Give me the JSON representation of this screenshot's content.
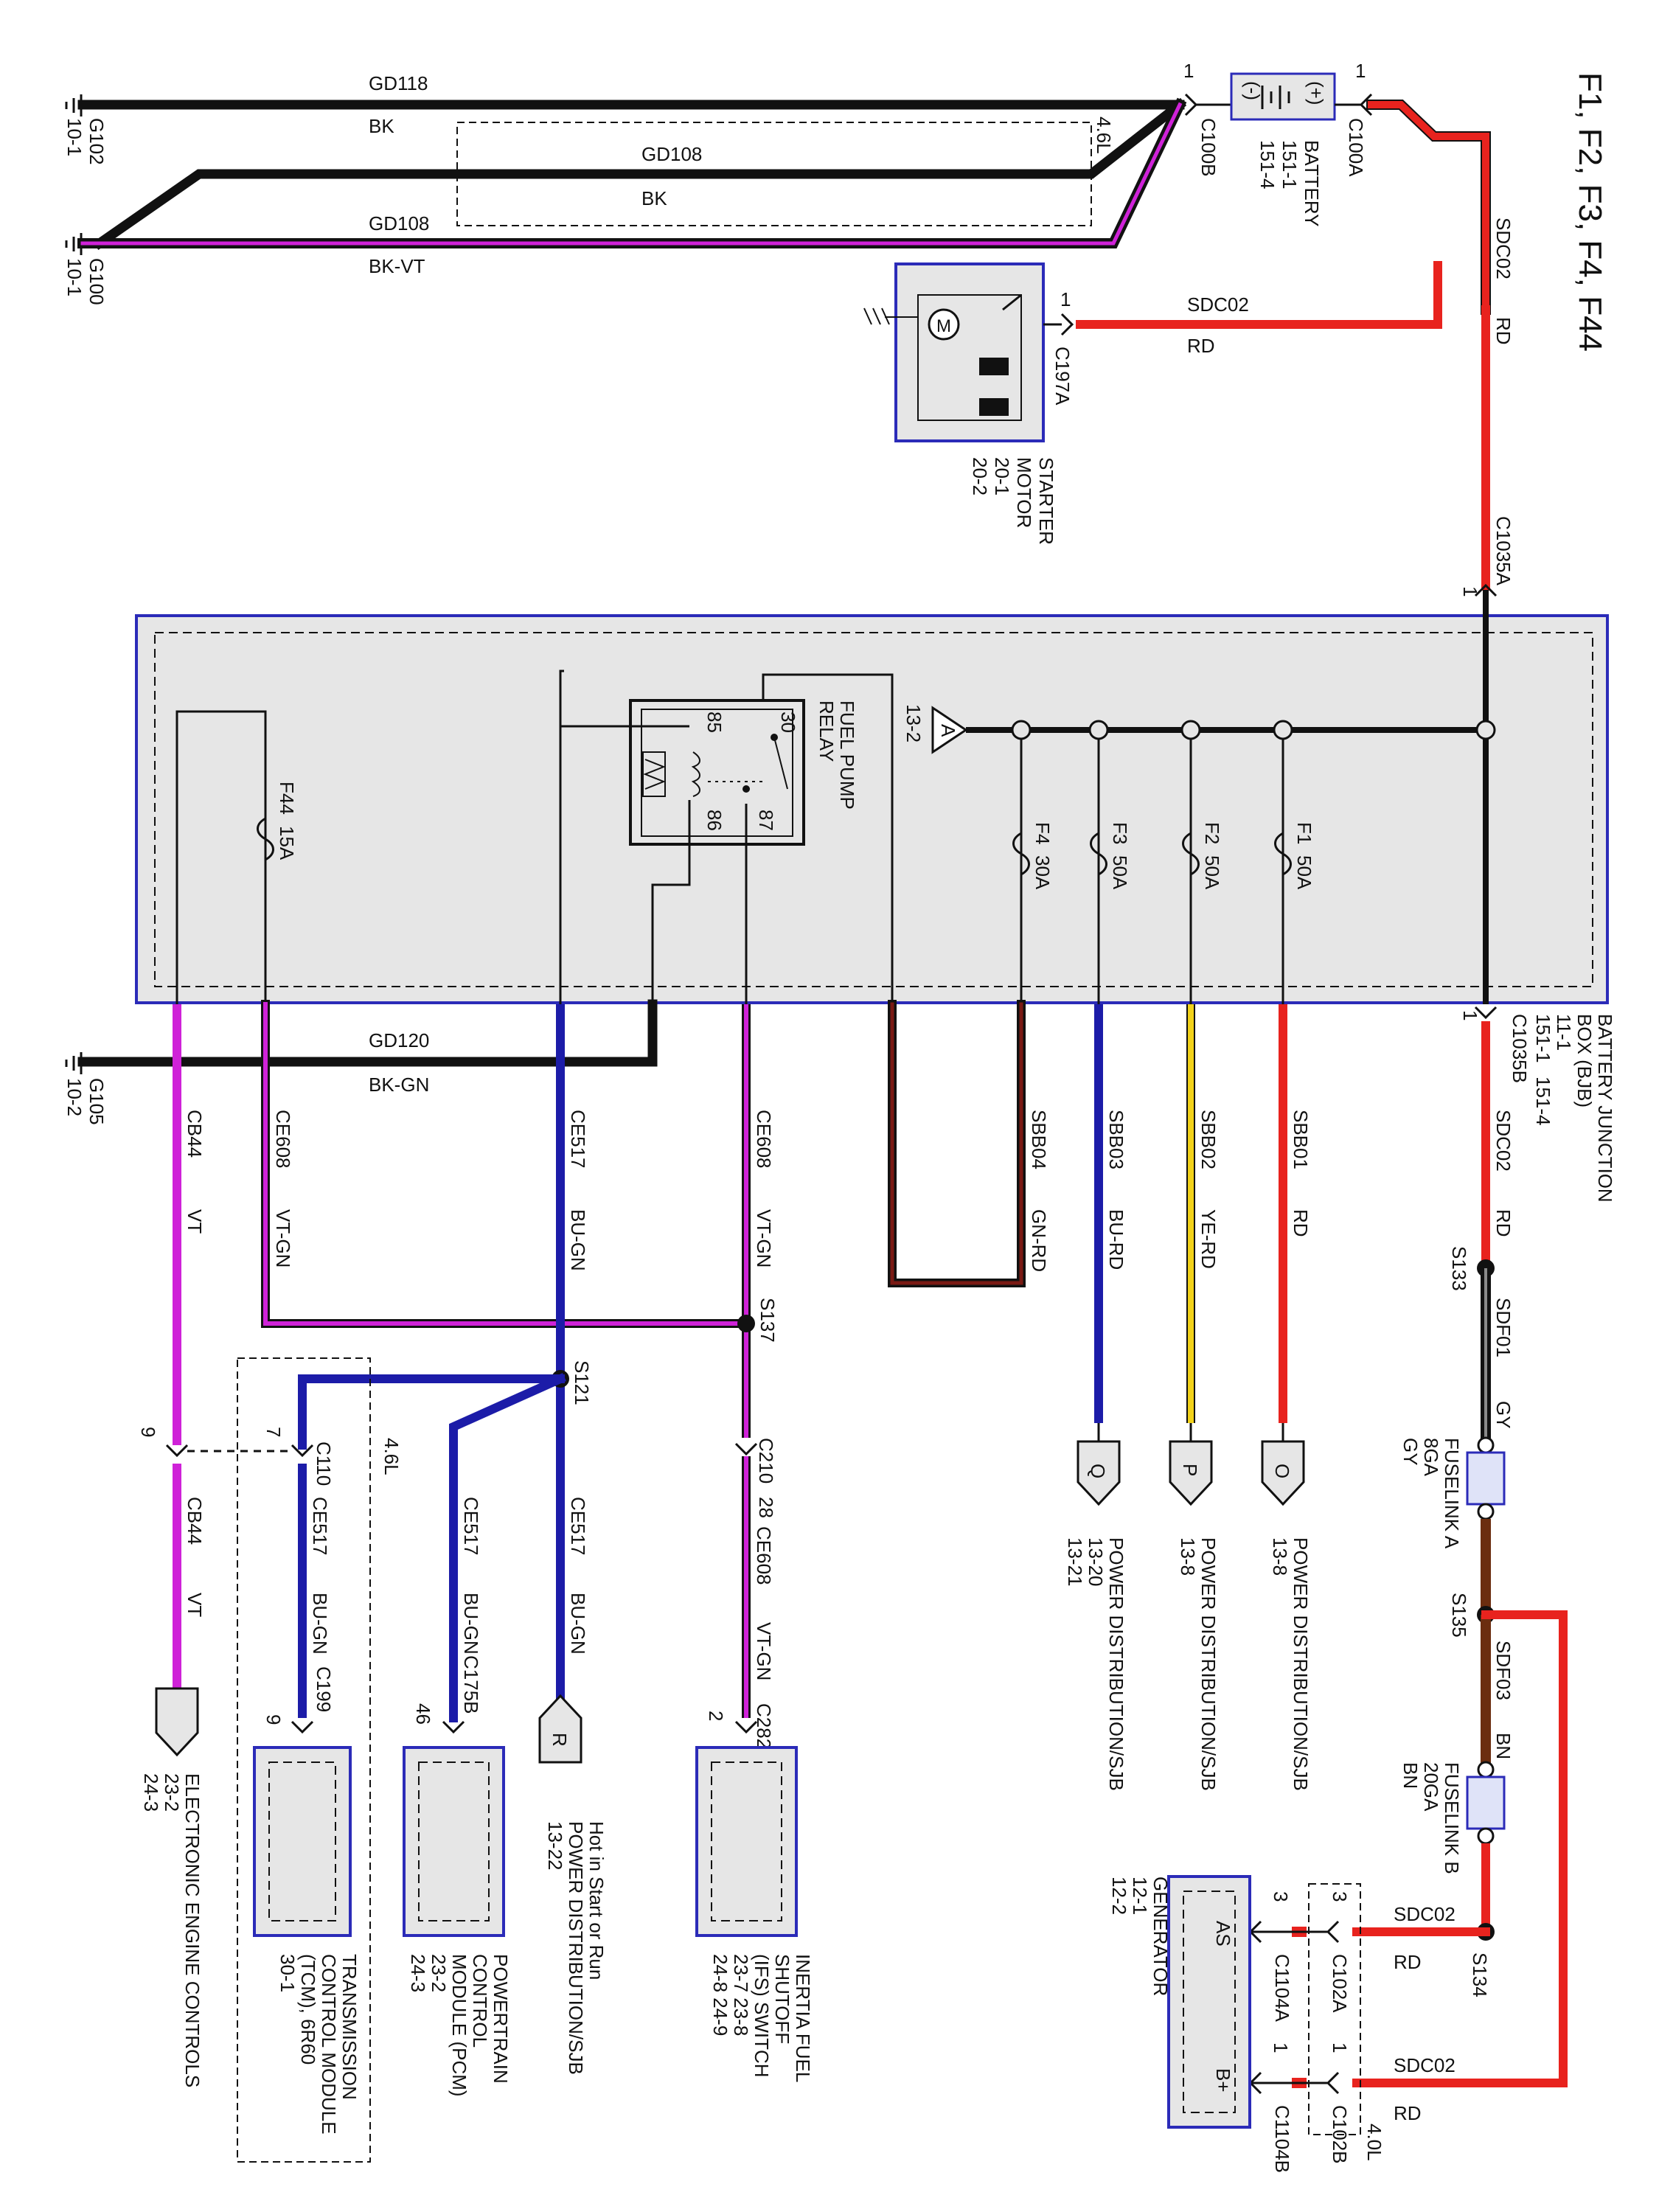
{
  "title": "F1, F2, F3, F4, F44",
  "colors": {
    "BK": "#111111",
    "RD": "#e8231e",
    "VT": "#cf22d8",
    "GN": "#1a7a2a",
    "BU": "#1c1ca8",
    "YE": "#f2d21a",
    "GY": "#8a8a8a",
    "BN": "#6b2d0f",
    "module_outline": "#2b2bb8",
    "module_fill": "#e6e6e6"
  },
  "grounds": [
    {
      "id": "G102",
      "page": "10-1"
    },
    {
      "id": "G100",
      "page": "10-1"
    },
    {
      "id": "G105",
      "page": "10-2"
    }
  ],
  "battery": {
    "name": "BATTERY",
    "pages": [
      "151-1",
      "151-4"
    ],
    "neg": "(-)",
    "pos": "(+)"
  },
  "starter": {
    "name": "STARTER MOTOR",
    "line1": "STARTER",
    "line2": "MOTOR",
    "pages": [
      "20-1",
      "20-2"
    ],
    "connector": "C197A",
    "pin": "1"
  },
  "bjb": {
    "line1": "BATTERY JUNCTION",
    "line2": "BOX (BJB)",
    "pages": [
      "11-1",
      "151-1",
      "151-4"
    ],
    "relay": {
      "line1": "FUEL PUMP",
      "line2": "RELAY",
      "pins": [
        "30",
        "85",
        "86",
        "87"
      ]
    },
    "page_ref": "13-2",
    "ref_letter": "A",
    "fuses": [
      {
        "id": "F1",
        "amps": "50A"
      },
      {
        "id": "F2",
        "amps": "50A"
      },
      {
        "id": "F3",
        "amps": "50A"
      },
      {
        "id": "F4",
        "amps": "30A"
      },
      {
        "id": "F44",
        "amps": "15A"
      }
    ]
  },
  "connectors": {
    "C100A": {
      "name": "C100A",
      "pin": "1"
    },
    "C100B": {
      "name": "C100B",
      "pin": "1"
    },
    "C1035A": {
      "name": "C1035A",
      "pin": "1"
    },
    "C1035B": {
      "name": "C1035B",
      "pin": "1"
    },
    "C210": {
      "name": "C210",
      "pin": "28"
    },
    "C282": {
      "name": "C282",
      "pin": "2"
    },
    "C175B": {
      "name": "C175B",
      "pin": "46"
    },
    "C199": {
      "name": "C199",
      "pin": "9"
    },
    "C110a": {
      "name": "C110",
      "pin": "7"
    },
    "C110b": {
      "pin": "9"
    },
    "C102A": {
      "name": "C102A",
      "pin": "3"
    },
    "C102B": {
      "name": "C102B",
      "pin": "1"
    },
    "C1104A": {
      "name": "C1104A",
      "pin": "3"
    },
    "C1104B": {
      "name": "C1104B",
      "pin": "1"
    }
  },
  "variants": {
    "v46": "4.6L",
    "v40": "4.0L"
  },
  "circuits": [
    {
      "code": "GD118",
      "color": "BK"
    },
    {
      "code": "GD108",
      "color": "BK"
    },
    {
      "code": "GD108",
      "color": "BK-VT"
    },
    {
      "code": "SDC02",
      "color": "RD"
    },
    {
      "code": "SDC02",
      "color": "RD"
    },
    {
      "code": "GD120",
      "color": "BK-GN"
    },
    {
      "code": "SBB01",
      "color": "RD"
    },
    {
      "code": "SBB02",
      "color": "YE-RD"
    },
    {
      "code": "SBB03",
      "color": "BU-RD"
    },
    {
      "code": "SBB04",
      "color": "GN-RD"
    },
    {
      "code": "CE608",
      "color": "VT-GN"
    },
    {
      "code": "CE517",
      "color": "BU-GN"
    },
    {
      "code": "CE608",
      "color": "VT-GN"
    },
    {
      "code": "CB44",
      "color": "VT"
    },
    {
      "code": "SDC02",
      "color": "RD"
    },
    {
      "code": "SDF01",
      "color": "GY"
    },
    {
      "code": "SDF03",
      "color": "BN"
    },
    {
      "code": "SDC02",
      "color": "RD"
    },
    {
      "code": "SDC02",
      "color": "RD"
    },
    {
      "code": "CE608",
      "color": "VT-GN"
    },
    {
      "code": "CE517",
      "color": "BU-GN"
    },
    {
      "code": "CE517",
      "color": "BU-GN"
    },
    {
      "code": "CE517",
      "color": "BU-GN"
    },
    {
      "code": "CB44",
      "color": "VT"
    }
  ],
  "splices": [
    "S133",
    "S135",
    "S134",
    "S137",
    "S121"
  ],
  "fuselinks": [
    {
      "name": "FUSELINK A",
      "gauge": "8GA",
      "color": "GY"
    },
    {
      "name": "FUSELINK B",
      "gauge": "20GA",
      "color": "BN"
    }
  ],
  "offpage": [
    {
      "letter": "O",
      "line1": "POWER DISTRIBUTION/SJB",
      "pages": [
        "13-8"
      ]
    },
    {
      "letter": "P",
      "line1": "POWER DISTRIBUTION/SJB",
      "pages": [
        "13-8"
      ]
    },
    {
      "letter": "Q",
      "line1": "POWER DISTRIBUTION/SJB",
      "pages": [
        "13-20",
        "13-21"
      ]
    },
    {
      "letter": "R",
      "line0": "Hot in Start or Run",
      "line1": "POWER DISTRIBUTION/SJB",
      "pages": [
        "13-22"
      ]
    }
  ],
  "modules": {
    "ifs": {
      "lines": [
        "INERTIA FUEL",
        "SHUTOFF",
        "(IFS) SWITCH",
        "23-7   23-8",
        "24-8   24-9"
      ]
    },
    "pcm": {
      "lines": [
        "POWERTRAIN",
        "CONTROL",
        "MODULE (PCM)",
        "23-2",
        "24-3"
      ]
    },
    "tcm": {
      "lines": [
        "TRANSMISSION",
        "CONTROL MODULE",
        "(TCM), 6R60",
        "30-1"
      ]
    },
    "eec": {
      "lines": [
        "ELECTRONIC ENGINE CONTROLS",
        "23-2",
        "24-3"
      ]
    },
    "gen": {
      "lines": [
        "GENERATOR",
        "12-1",
        "12-2"
      ],
      "pins": [
        "AS",
        "B+"
      ]
    }
  }
}
